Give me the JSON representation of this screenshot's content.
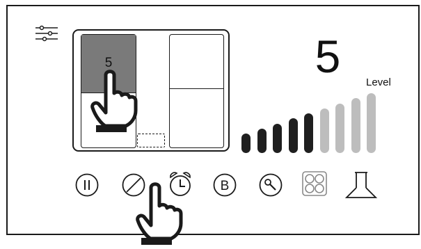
{
  "active_zone_value": "5",
  "level": {
    "value": "5",
    "label": "Level",
    "current": 5,
    "max": 9
  },
  "colors": {
    "ink": "#1a1a1a",
    "active_zone": "#7a7a7a",
    "bar_on": "#1f1f1f",
    "bar_off": "#bdbdbd"
  },
  "toolbar_icons": [
    "pause-icon",
    "stop-icon",
    "timer-icon",
    "boost-icon",
    "key-lock-icon",
    "all-zones-icon",
    "hood-icon"
  ]
}
